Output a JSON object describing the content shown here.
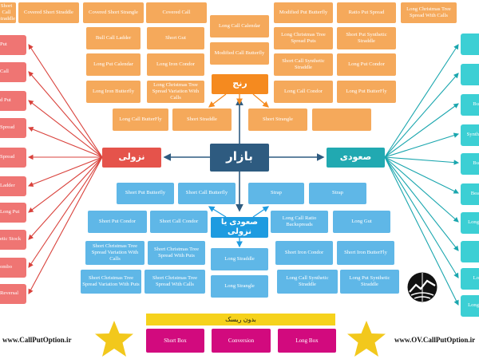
{
  "center": {
    "label": "بازار"
  },
  "hubs": {
    "range": "رنج",
    "bearish": "نزولی",
    "bullish": "صعودی",
    "either": "صعودی یا نزولی"
  },
  "range_strategies": [
    "Short Call Straddle",
    "Covered Short Straddle",
    "Covered Short Strangle",
    "Covered Call",
    "Bull Call Ladder",
    "Short Gut",
    "Long Put Calendar",
    "Long Iron Condor",
    "Long Iron Butterfly",
    "Long Christmas Tree Spread Variation With Calls",
    "Long Call Calendar",
    "Modified Call Butterfly",
    "Modified Put Butterfly",
    "Ratio Put Spread",
    "Long Christmas Tree Spread With Calls",
    "Long Christmas Tree Spread Puts",
    "Short Put Synthetic Straddle",
    "Short Call Synthetic Straddle",
    "Long Put Condor",
    "Long Call Condor",
    "Long Put ButterFly",
    "Long Call ButterFly",
    "Short Straddle",
    "Short Strangle"
  ],
  "either_strategies": [
    "Short Put Butterfly",
    "Short Call Butterfly",
    "Strap",
    "Strap",
    "Short Put Condor",
    "Short Call Condor",
    "Long Call Ratio Backspreads",
    "Long Gut",
    "Short Christmas Tree Spread Variation With Calls",
    "Short Christmas Tree Spread With Puts",
    "Long Straddle",
    "Short Iron Condor",
    "Short Iron ButterFly",
    "Short Christmas Tree Spread Variation With Puts",
    "Short Christmas Tree Spread With Calls",
    "Long Strangle",
    "Long Call Synthetic Straddle",
    "Long Put Synthetic Straddle"
  ],
  "bearish_strategies": [
    "Put",
    "Call",
    "d Put",
    "Spread",
    "Spread",
    "Ladder",
    "Long Put",
    "etic Stock",
    "ombo",
    "Reversal"
  ],
  "bullish_strategies": [
    "Bu",
    "Synth",
    "Bu",
    "Bea",
    "Long",
    "Lo",
    "Long"
  ],
  "risk_free": {
    "label": "بدون ریسک",
    "items": [
      "Short Box",
      "Conversion",
      "Long Box"
    ]
  },
  "websites": {
    "left": "www.CallPutOption.ir",
    "right": "www.OV.CallPutOption.ir"
  },
  "colors": {
    "range": "#f5a95b",
    "range_hub": "#f58a1f",
    "either": "#5fb7e7",
    "either_hub": "#1e9be0",
    "bearish": "#ef7573",
    "bearish_hub": "#e5534b",
    "bullish": "#3ccfd4",
    "bullish_hub": "#21a9b1",
    "market": "#2e5b80",
    "risk_free": "#d20a7e",
    "risk_bar": "#f6d21c",
    "stars": "#f2c81c"
  }
}
